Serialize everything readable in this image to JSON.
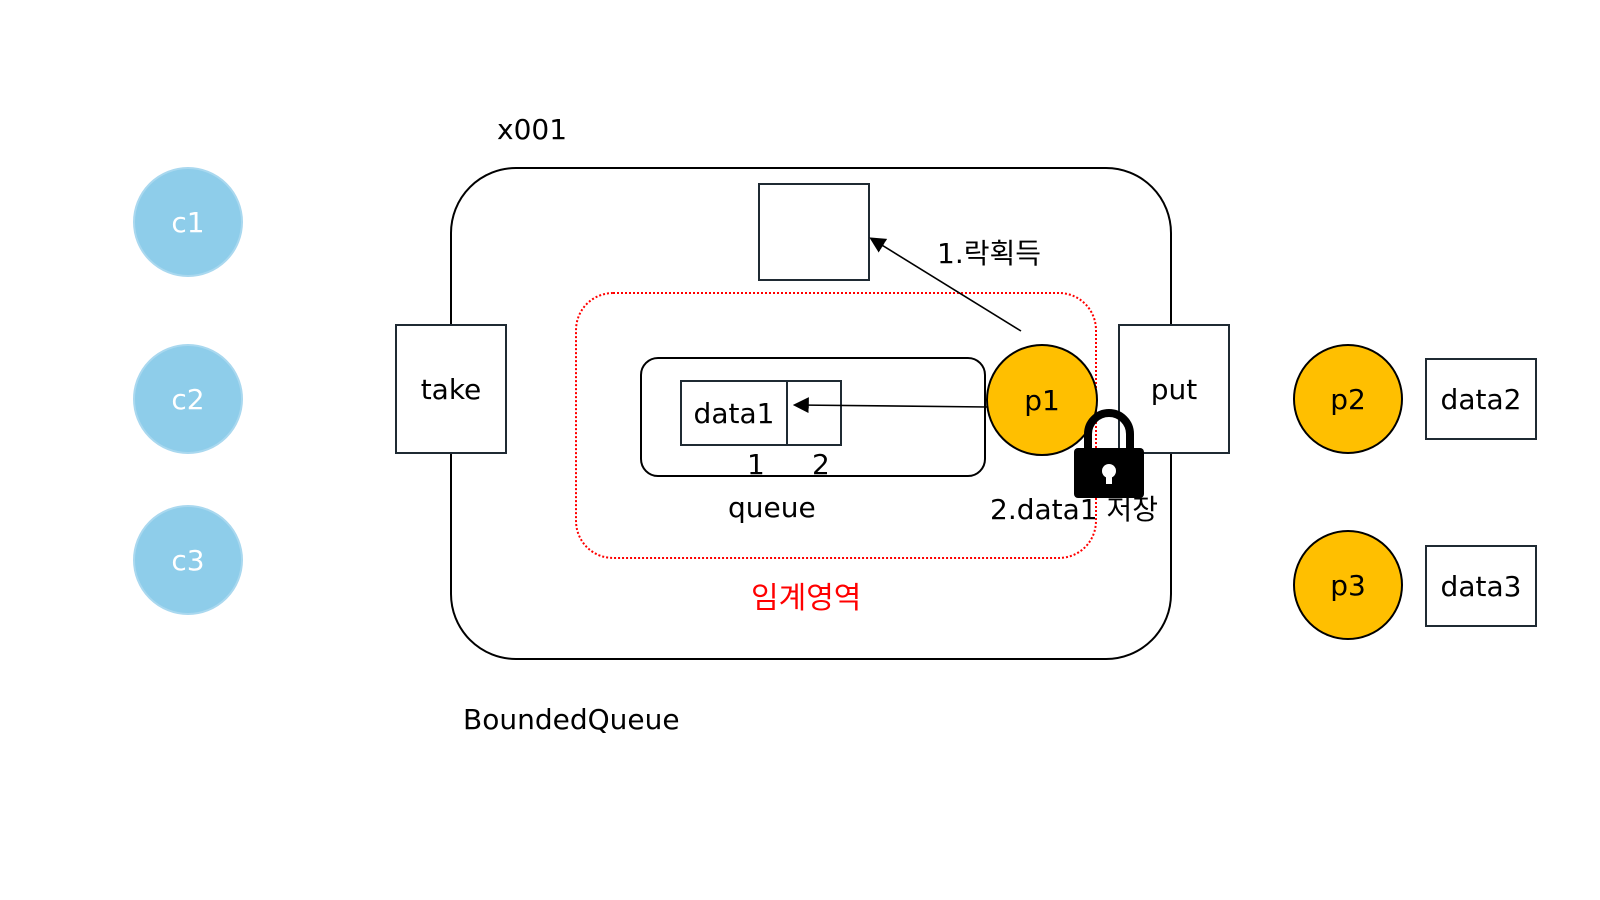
{
  "diagram": {
    "instance_ref": "x001",
    "class_name": "BoundedQueue",
    "consumers": [
      {
        "label": "c1"
      },
      {
        "label": "c2"
      },
      {
        "label": "c3"
      }
    ],
    "methods": {
      "take": "take",
      "put": "put"
    },
    "queue": {
      "label": "queue",
      "slots": [
        {
          "value": "data1",
          "index": "1"
        },
        {
          "value": "",
          "index": "2"
        }
      ]
    },
    "critical_section_label": "임계영역",
    "active_producer": {
      "label": "p1"
    },
    "waiting_producers": [
      {
        "label": "p2",
        "data": "data2"
      },
      {
        "label": "p3",
        "data": "data3"
      }
    ],
    "steps": {
      "acquire_lock": "1.락획득",
      "store_data": "2.data1 저장"
    },
    "colors": {
      "consumer": "#8ecdea",
      "producer": "#ffbf00",
      "critical_border": "#ff0000",
      "critical_label": "#ff0000"
    }
  }
}
